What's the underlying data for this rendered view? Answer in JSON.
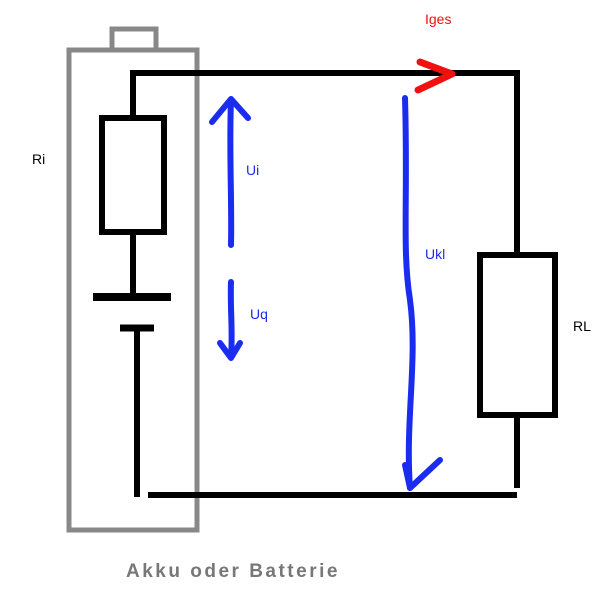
{
  "labels": {
    "ri": "Ri",
    "ui": "Ui",
    "uq": "Uq",
    "ukl": "Ukl",
    "rl": "RL",
    "iges": "Iges",
    "caption": "Akku oder Batterie"
  },
  "colors": {
    "wire": "#000000",
    "battery_outline": "#808080",
    "voltage_arrows": "#1a2cf0",
    "current_arrow": "#f01010"
  }
}
